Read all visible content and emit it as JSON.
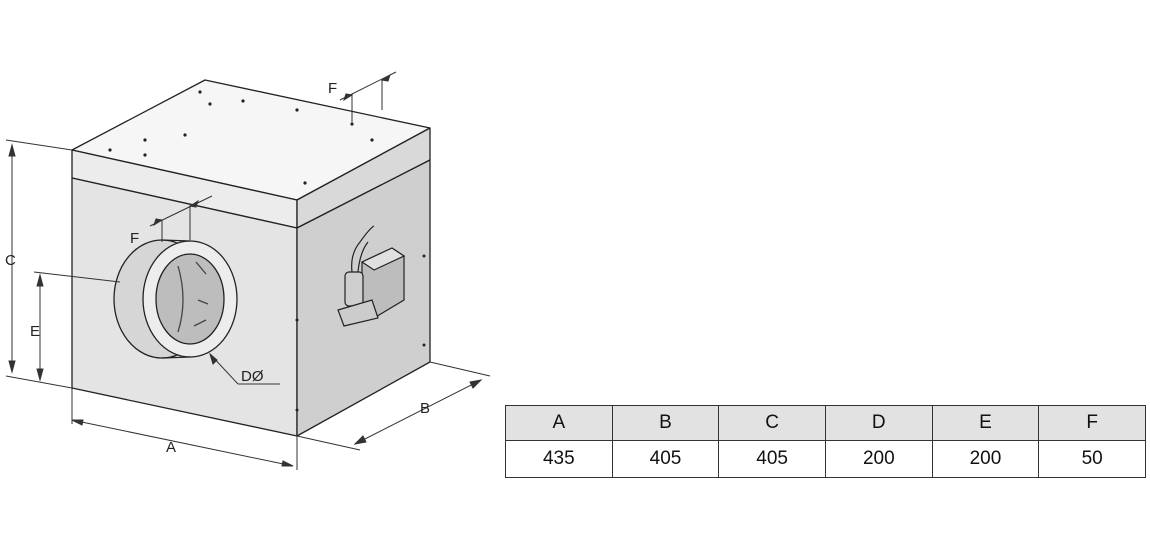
{
  "labels": {
    "A": "A",
    "B": "B",
    "C": "C",
    "D": "DØ",
    "E": "E",
    "F_top": "F",
    "F_side": "F"
  },
  "table": {
    "headers": [
      "A",
      "B",
      "C",
      "D",
      "E",
      "F"
    ],
    "values": [
      "435",
      "405",
      "405",
      "200",
      "200",
      "50"
    ]
  }
}
